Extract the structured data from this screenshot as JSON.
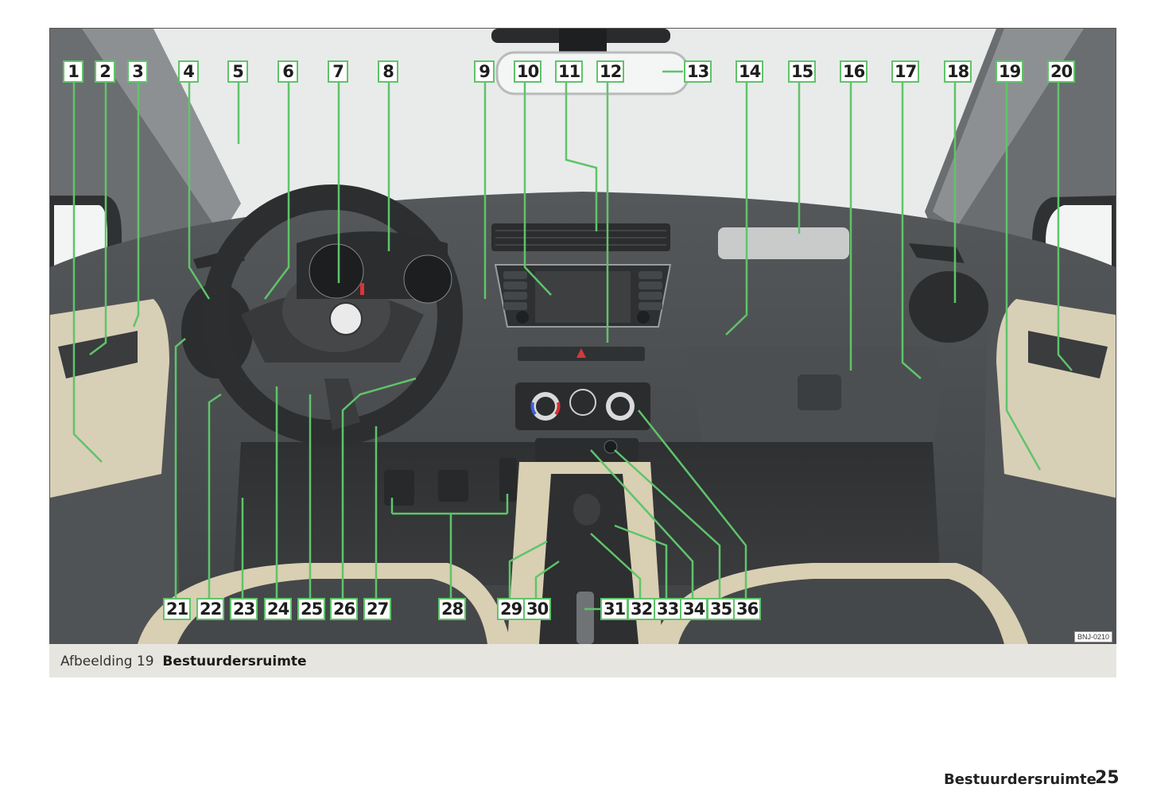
{
  "figure": {
    "image_code": "BNJ-0210",
    "accent_color": "#5fc46a",
    "top_callouts": [
      "1",
      "2",
      "3",
      "4",
      "5",
      "6",
      "7",
      "8",
      "9",
      "10",
      "11",
      "12",
      "13",
      "14",
      "15",
      "16",
      "17",
      "18",
      "19",
      "20"
    ],
    "bottom_callouts": [
      "21",
      "22",
      "23",
      "24",
      "25",
      "26",
      "27",
      "28",
      "29",
      "30",
      "31",
      "32",
      "33",
      "34",
      "35",
      "36"
    ]
  },
  "caption": {
    "prefix": "Afbeelding 19",
    "title": "Bestuurdersruimte"
  },
  "footer": {
    "section": "Bestuurdersruimte",
    "page_number": "25"
  }
}
